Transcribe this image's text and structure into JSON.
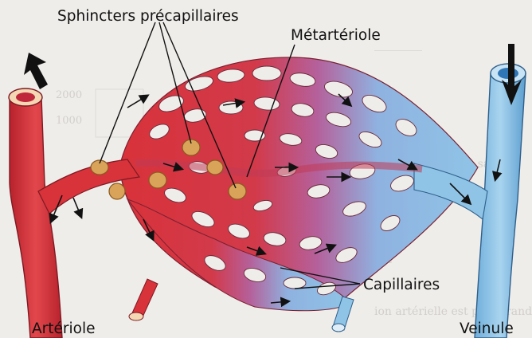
{
  "labels": {
    "sphincters": "Sphincters précapillaires",
    "metarteriole": "Métartériole",
    "capillaires": "Capillaires",
    "arteriole": "Artériole",
    "veinule": "Veinule"
  },
  "colors": {
    "background": "#efedea",
    "artery": "#d8323a",
    "artery_dark": "#a51d26",
    "mixed": "#b5609a",
    "vein": "#8fc4e6",
    "vein_dark": "#4d95c8",
    "sphincter": "#d9a35a",
    "arrow": "#111111"
  },
  "icons": [
    "arrow-up-left-icon",
    "arrow-down-icon",
    "flow-arrow-icon"
  ]
}
